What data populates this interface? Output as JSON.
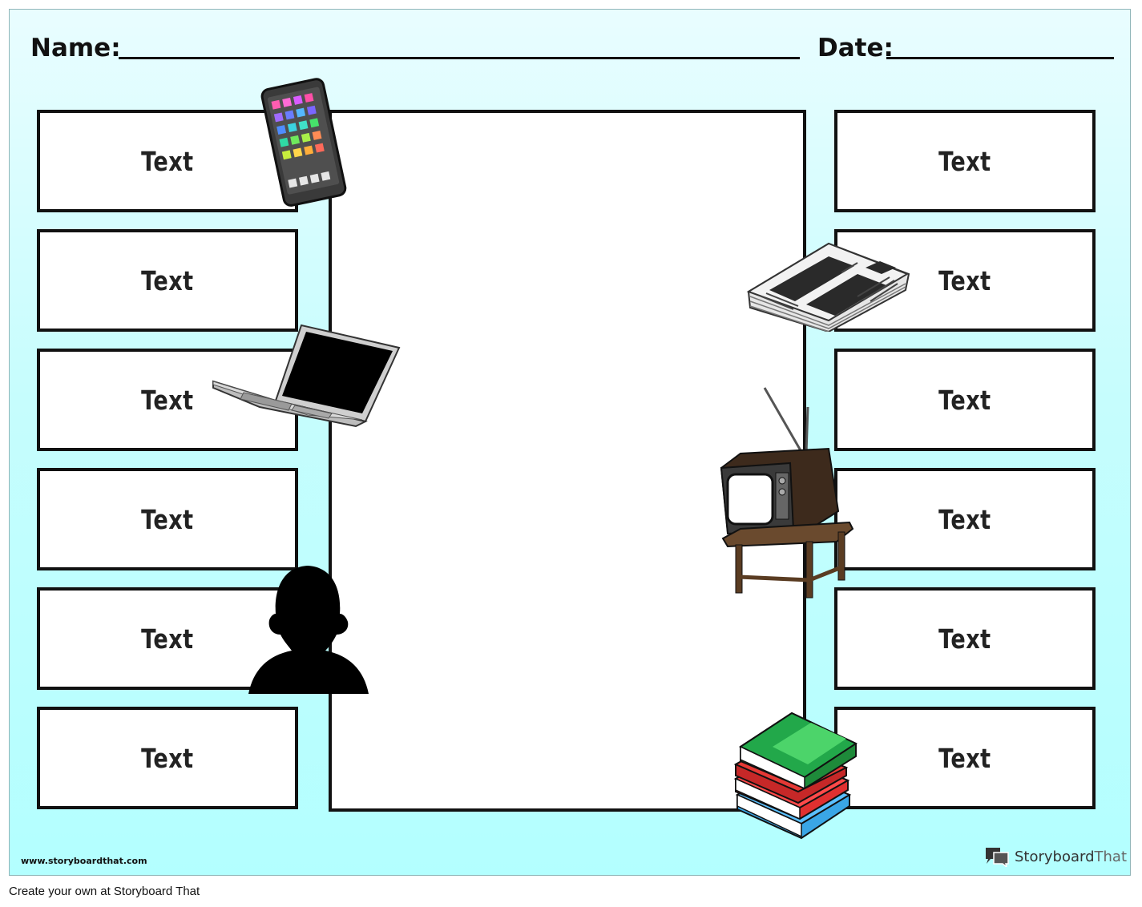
{
  "header": {
    "name_label": "Name:",
    "date_label": "Date:"
  },
  "left_boxes": [
    "Text",
    "Text",
    "Text",
    "Text",
    "Text",
    "Text"
  ],
  "right_boxes": [
    "Text",
    "Text",
    "Text",
    "Text",
    "Text",
    "Text"
  ],
  "illustrations": {
    "phone": "smartphone-icon",
    "laptop": "laptop-icon",
    "person": "person-silhouette-icon",
    "newspaper": "newspaper-icon",
    "tv": "television-icon",
    "books": "books-icon"
  },
  "footer": {
    "url": "www.storyboardthat.com",
    "brand_a": "Storyboard",
    "brand_b": "That",
    "caption": "Create your own at Storyboard That"
  },
  "colors": {
    "background_top": "#e9fdff",
    "background_bottom": "#b3ffff",
    "border": "#111111"
  }
}
